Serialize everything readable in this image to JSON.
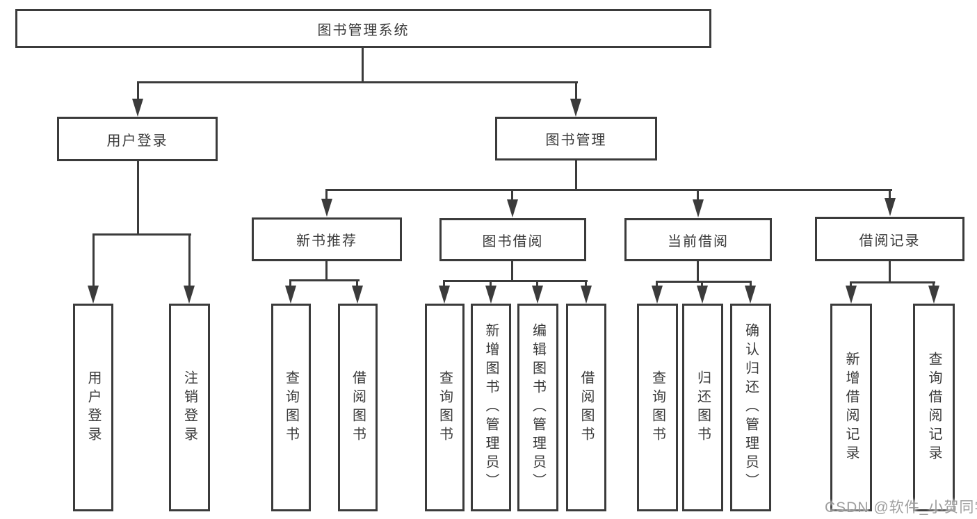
{
  "diagram_type": "functional-structure-tree",
  "colors": {
    "line": "#3b3b3b",
    "text": "#3a3a3a",
    "background": "#ffffff",
    "watermark": "#949494"
  },
  "watermark": {
    "text": "CSDN @软件_小贺同学"
  },
  "tree": {
    "root": {
      "label": "图书管理系统"
    },
    "level1": [
      {
        "label": "用户登录",
        "children": [
          {
            "label": "用户登录"
          },
          {
            "label": "注销登录"
          }
        ]
      },
      {
        "label": "图书管理",
        "children": [
          {
            "label": "新书推荐",
            "children": [
              {
                "label": "查询图书"
              },
              {
                "label": "借阅图书"
              }
            ]
          },
          {
            "label": "图书借阅",
            "children": [
              {
                "label": "查询图书"
              },
              {
                "label": "新增图书（管理员）"
              },
              {
                "label": "编辑图书（管理员）"
              },
              {
                "label": "借阅图书"
              }
            ]
          },
          {
            "label": "当前借阅",
            "children": [
              {
                "label": "查询图书"
              },
              {
                "label": "归还图书"
              },
              {
                "label": "确认归还（管理员）"
              }
            ]
          },
          {
            "label": "借阅记录",
            "children": [
              {
                "label": "新增借阅记录"
              },
              {
                "label": "查询借阅记录"
              }
            ]
          }
        ]
      }
    ]
  }
}
